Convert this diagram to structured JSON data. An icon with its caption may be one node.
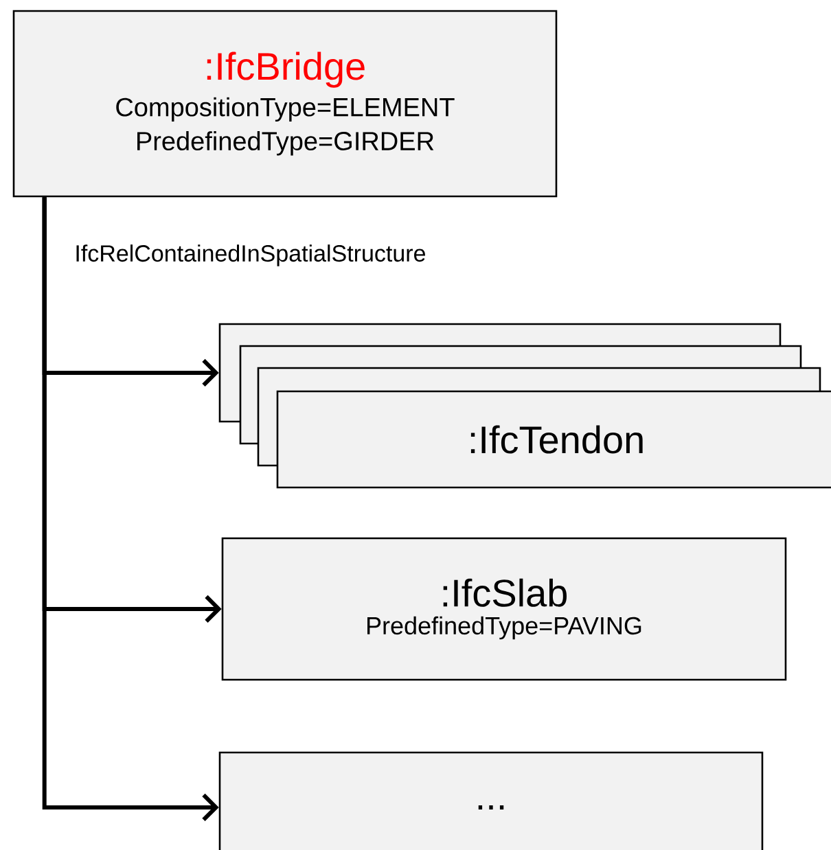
{
  "diagram": {
    "nodes": [
      {
        "text": [
          ":IfcBridge",
          "CompositionType=ELEMENT",
          "PredefinedType=GIRDER"
        ]
      },
      {
        "text": [],
        "shape": "box"
      },
      {
        "text": [],
        "shape": "box"
      },
      {
        "text": [],
        "shape": "box"
      },
      {
        "text": [
          ":IfcTendon"
        ]
      },
      {
        "text": [
          ":IfcSlab",
          "PredefinedType=PAVING"
        ]
      },
      {
        "text": [
          "..."
        ]
      }
    ],
    "edges": [
      {
        "from": 0,
        "to": 1,
        "arrow": "to"
      },
      {
        "from": 0,
        "to": 5,
        "arrow": "to"
      },
      {
        "from": 0,
        "to": 6,
        "arrow": "to"
      }
    ],
    "labels": [
      "IfcRelContainedInSpatialStructure"
    ]
  }
}
